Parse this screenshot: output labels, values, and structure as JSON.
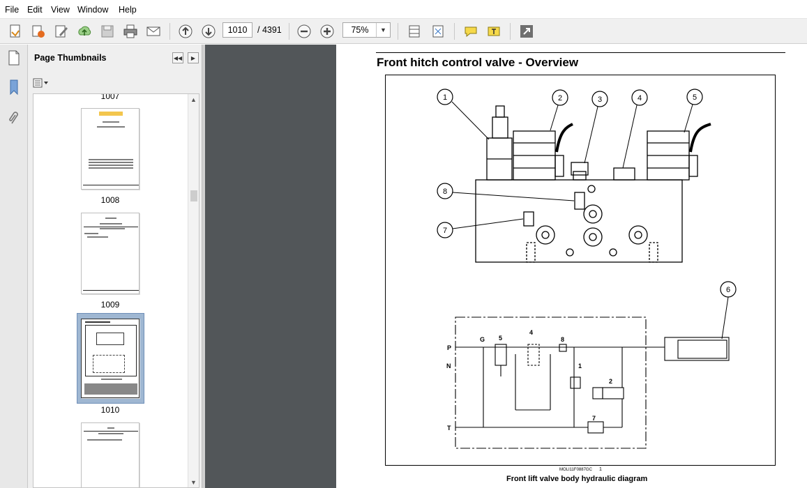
{
  "menu": {
    "items": [
      "File",
      "Edit",
      "View",
      "Window",
      "Help"
    ]
  },
  "toolbar": {
    "current_page": "1010",
    "total_pages": "/ 4391",
    "zoom": "75%",
    "zoom_dropdown": "▼"
  },
  "panel": {
    "title": "Page Thumbnails",
    "collapse": "◀◀",
    "expand": "▶",
    "thumbnails": [
      {
        "label": "1007"
      },
      {
        "label": "1008"
      },
      {
        "label": "1009"
      },
      {
        "label": "1010"
      },
      {
        "label": ""
      }
    ]
  },
  "document": {
    "title": "Front hitch control valve - Overview",
    "figure_ref": "MOLI11F0887GC",
    "figure_number": "1",
    "caption": "Front lift valve body hydraulic diagram",
    "callouts": [
      "1",
      "2",
      "3",
      "4",
      "5",
      "6",
      "7",
      "8"
    ],
    "schematic_labels": {
      "P": "P",
      "N": "N",
      "T": "T",
      "G": "G",
      "s5": "5",
      "s4": "4",
      "s8": "8",
      "s1": "1",
      "s2": "2",
      "s7": "7"
    }
  },
  "colors": {
    "viewport_bg": "#525659",
    "toolbar_bg": "#f0f0f0",
    "panel_bg": "#efefef",
    "selected_thumb": "#9fb7d2"
  }
}
